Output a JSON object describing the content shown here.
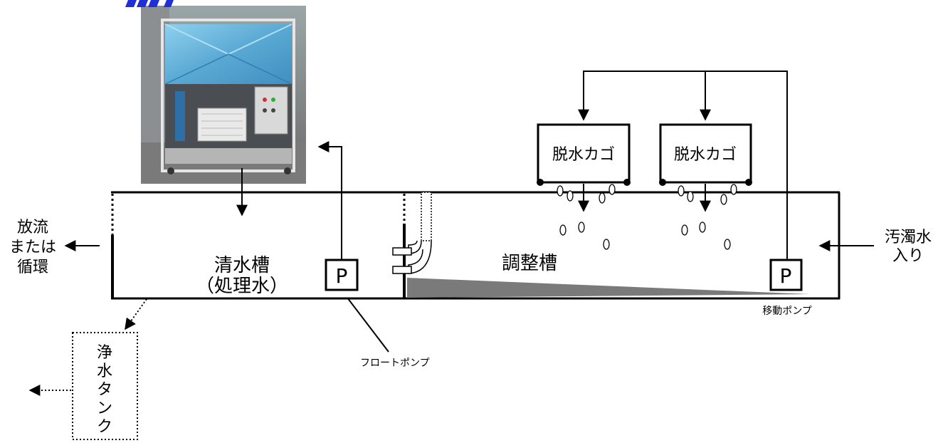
{
  "labels": {
    "clear_water_tank": "清水槽",
    "treated_water": "（処理水）",
    "adjustment_tank": "調整槽",
    "dewatering_basket_1": "脱水カゴ",
    "dewatering_basket_2": "脱水カゴ",
    "pump_left": "P",
    "pump_right": "P",
    "discharge_line1": "放流",
    "discharge_line2": "または",
    "discharge_line3": "循環",
    "inflow_line1": "汚濁水",
    "inflow_line2": "入り",
    "float_pump": "フロートポンプ",
    "mobile_pump": "移動ポンプ",
    "clean_tank": [
      "浄",
      "水",
      "タ",
      "ン",
      "ク"
    ]
  },
  "colors": {
    "line": "#000000",
    "photo_panel": "#6fb7dd",
    "photo_machine": "#c9c9c9",
    "photo_ground": "#7f7f7f",
    "sediment": "#7a7a7a",
    "logo_blue": "#1e2fd6"
  },
  "icons": {
    "photo": "water-treatment-unit-photo"
  }
}
